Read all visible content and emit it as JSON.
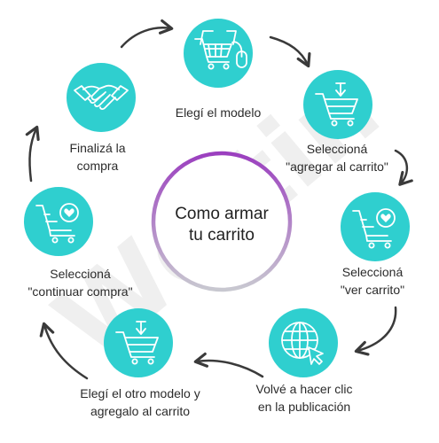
{
  "watermark": "Woltin",
  "center": {
    "line1": "Como armar",
    "line2": "tu carrito"
  },
  "colors": {
    "node_fill": "#2fcfcf",
    "node_fill_light": "#4ad8d8",
    "icon_stroke": "#ffffff",
    "arrow": "#3a3a3a",
    "ring_gradient": [
      "#9b3fbf",
      "#c8c8d0"
    ],
    "watermark": "#efefef"
  },
  "steps": [
    {
      "icon": "cart-mouse-icon",
      "line1": "Elegí el modelo",
      "line2": ""
    },
    {
      "icon": "cart-add-icon",
      "line1": "Seleccioná",
      "line2": "\"agregar al carrito\""
    },
    {
      "icon": "cart-heart-icon",
      "line1": "Seleccioná",
      "line2": "\"ver carrito\""
    },
    {
      "icon": "globe-click-icon",
      "line1": "Volvé a hacer clic",
      "line2": "en la publicación"
    },
    {
      "icon": "cart-add-icon",
      "line1": "Elegí el otro modelo y",
      "line2": "agregalo al carrito"
    },
    {
      "icon": "cart-heart-icon",
      "line1": "Seleccioná",
      "line2": "\"continuar compra\""
    },
    {
      "icon": "handshake-icon",
      "line1": "Finalizá la",
      "line2": "compra"
    }
  ]
}
